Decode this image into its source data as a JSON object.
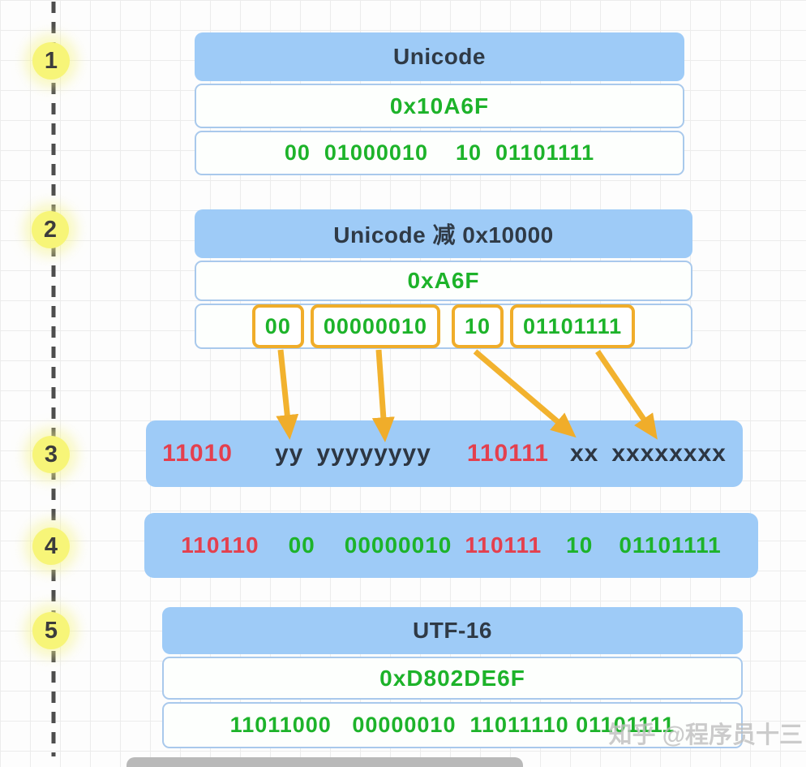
{
  "steps": [
    "1",
    "2",
    "3",
    "4",
    "5"
  ],
  "unicode_box": {
    "title": "Unicode",
    "hex": "0x10A6F",
    "binary": "00  01000010    10  01101111"
  },
  "minus_box": {
    "title": "Unicode 减 0x10000",
    "hex": "0xA6F",
    "groups": [
      "00",
      "00000010",
      "10",
      "01101111"
    ]
  },
  "surrogate_template_box": {
    "tokens": [
      {
        "text": "11010"
      },
      {
        "text": "yy"
      },
      {
        "text": "yyyyyyyy"
      },
      {
        "text": "110111"
      },
      {
        "text": "xx"
      },
      {
        "text": "xxxxxxxx"
      }
    ]
  },
  "surrogate_filled_box": {
    "tokens": [
      {
        "text": "110110"
      },
      {
        "text": "00"
      },
      {
        "text": "00000010"
      },
      {
        "text": "110111"
      },
      {
        "text": "10"
      },
      {
        "text": "01101111"
      }
    ]
  },
  "utf16_box": {
    "title": "UTF-16",
    "hex": "0xD802DE6F",
    "binary": "11011000   00000010  11011110 01101111"
  },
  "watermark": "知乎 @程序员十三",
  "colors": {
    "blue_fill": "#9ecbf7",
    "green_text": "#1db32a",
    "red_text": "#e4404e",
    "orange_border": "#f0ad2a",
    "circle_yellow": "#f7f578",
    "dash_line": "#4d4d4d"
  }
}
